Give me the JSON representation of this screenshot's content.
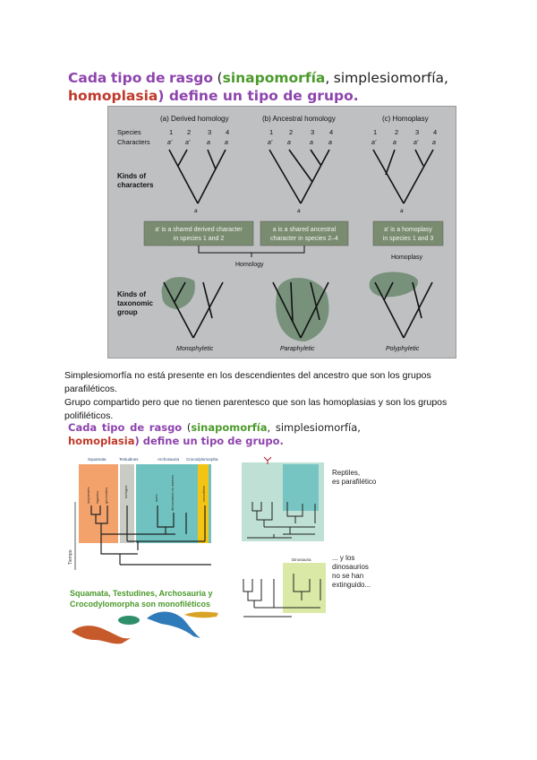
{
  "heading1": {
    "w1": "Cada",
    "w2": "tipo",
    "w3": "de",
    "w4": "rasgo",
    "paren_open": "(",
    "sinapo": "sinapomorfía",
    "comma1": ",",
    "simple": "simplesiomorfía",
    "comma2": ",",
    "homo": "homoplasia",
    "rest": ") define un tipo de grupo."
  },
  "figure1": {
    "col_a": "(a) Derived homology",
    "col_b": "(b) Ancestral homology",
    "col_c": "(c) Homoplasy",
    "species_label": "Species",
    "characters_label": "Characters",
    "kinds_characters": [
      "Kinds of",
      "characters"
    ],
    "kinds_group": [
      "Kinds of",
      "taxonomic",
      "group"
    ],
    "box_a": [
      "a' is a shared derived character",
      "in species 1 and 2"
    ],
    "box_b": [
      "a is a shared ancestral",
      "character in species 2–4"
    ],
    "box_c": [
      "a' is a homoplasy",
      "in species 1 and 3"
    ],
    "homology": "Homology",
    "homoplasy": "Homoplasy",
    "mono": "Monophyletic",
    "para": "Paraphyletic",
    "poly": "Polyphyletic",
    "nums": [
      "1",
      "2",
      "3",
      "4"
    ]
  },
  "paragraph": [
    "Simplesiomorfía no está presente en los descendientes del ancestro que son los grupos",
    "parafiléticos.",
    "Grupo compartido pero que no tienen parentesco que son las homoplasias y son los grupos",
    "polifiléticos."
  ],
  "figure2": {
    "groups": [
      "Squamata",
      "Testudines",
      "Archosauria",
      "Crocodylomorpha"
    ],
    "taxa": [
      "serpientes",
      "lagartos",
      "gecónidos",
      "tortugas",
      "aves",
      "dinosaurios no aviares",
      "cocodrilos"
    ],
    "time": "Tiempo",
    "mono_text": [
      "Squamata, Testudines, Archosauria y",
      "Crocodylomorpha son monofiléticos"
    ],
    "reptiles_text": [
      "Reptiles,",
      "es parafilético"
    ],
    "dino_text": [
      "... y los",
      "dinosaurios",
      "no se han",
      "extinguido..."
    ],
    "dino_header": "Dinosauria",
    "colors": {
      "orange": "#f4a26b",
      "gray": "#c9ccc5",
      "teal": "#6fc2c0",
      "yellow": "#f3c414",
      "mint": "#b7ddd0",
      "lime": "#dbe9a6"
    }
  }
}
